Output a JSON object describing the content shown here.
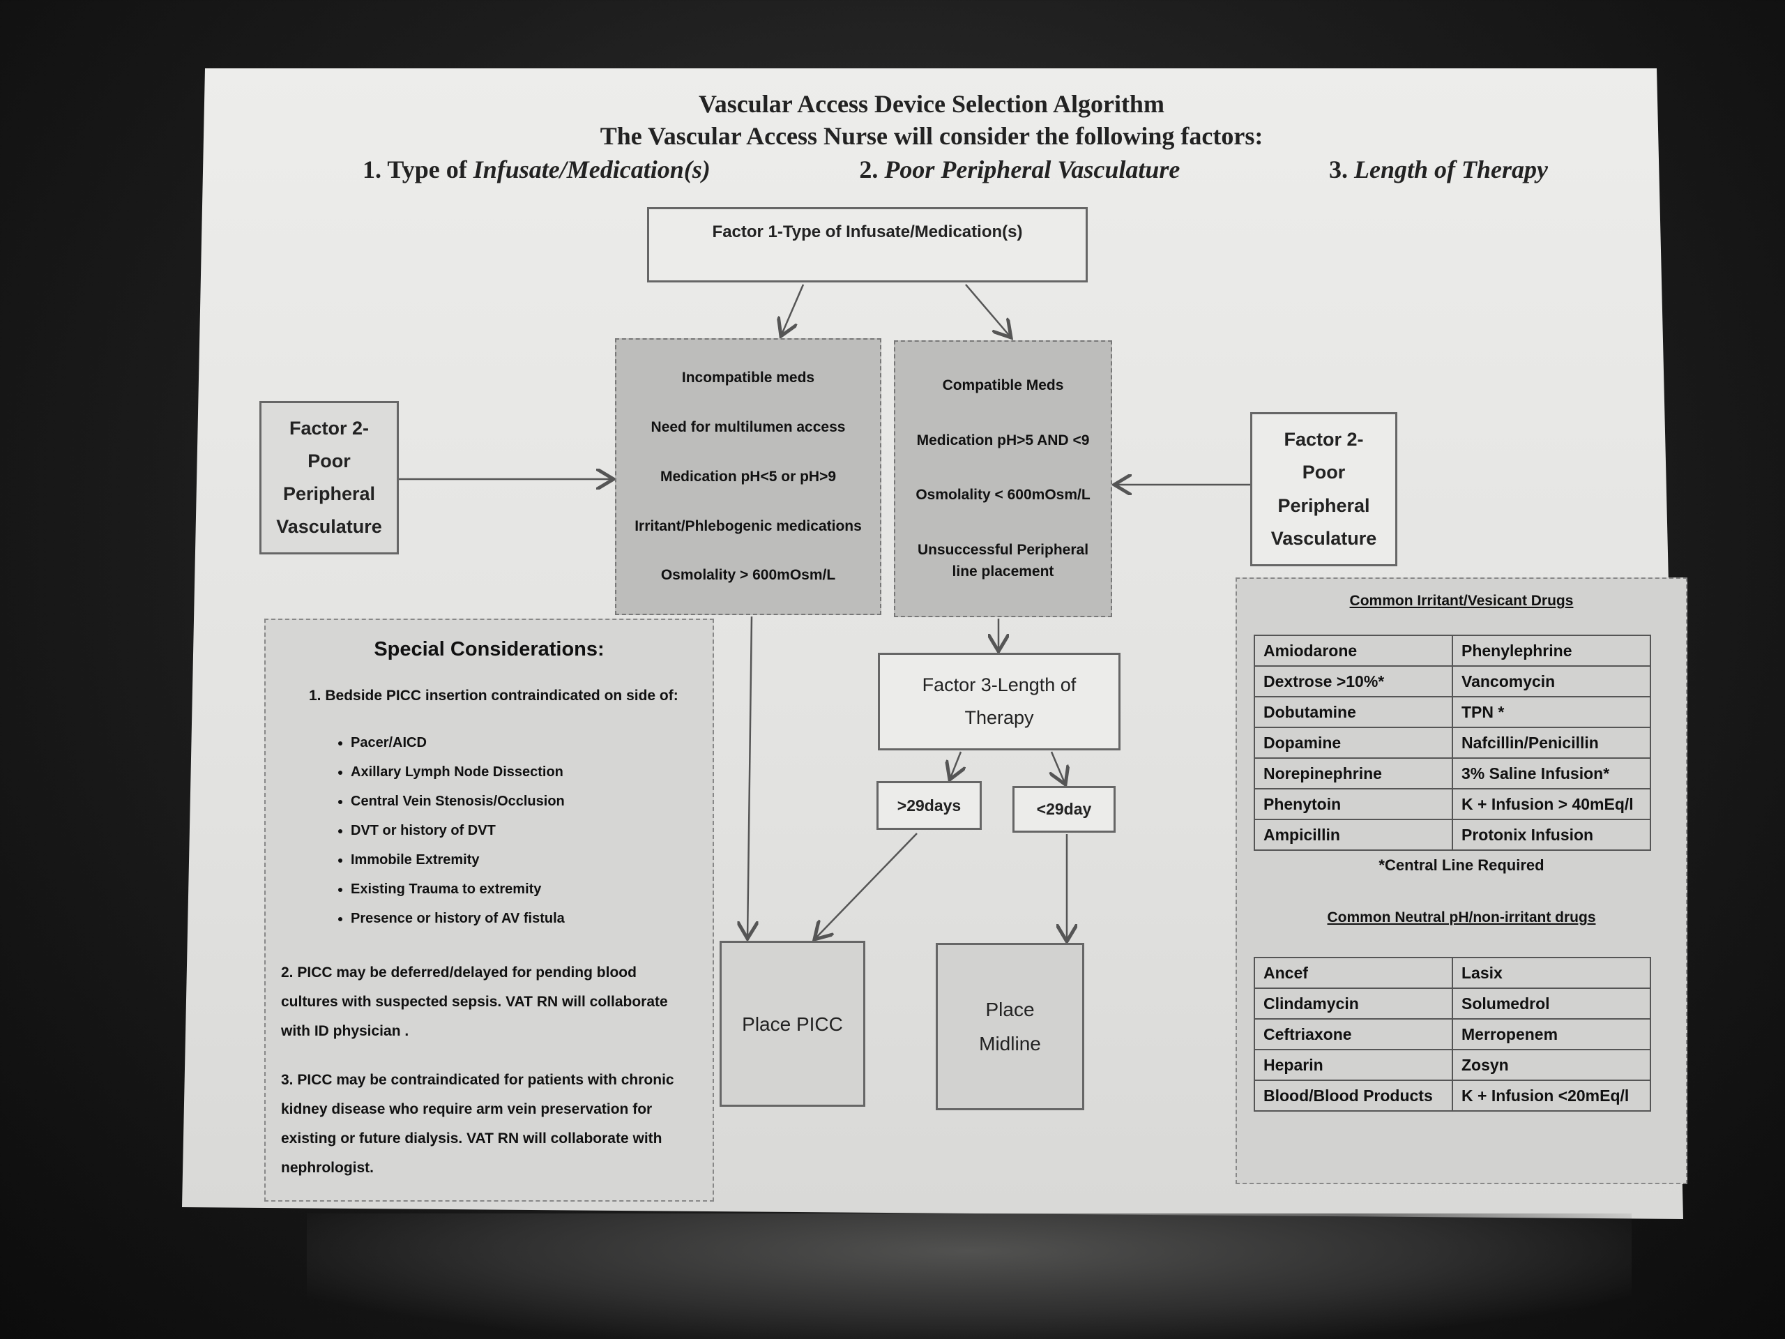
{
  "header": {
    "title": "Vascular Access Device Selection Algorithm",
    "subtitle": "The Vascular Access Nurse will consider the following factors:",
    "factors": [
      {
        "num": "1. Type of",
        "rest": "Infusate/Medication(s)"
      },
      {
        "num": "2.",
        "rest": "Poor Peripheral Vasculature"
      },
      {
        "num": "3.",
        "rest": "Length of Therapy"
      }
    ]
  },
  "flow": {
    "factor1": "Factor 1-Type of Infusate/Medication(s)",
    "incompatible": [
      "Incompatible meds",
      "Need for multilumen access",
      "Medication pH<5 or pH>9",
      "Irritant/Phlebogenic medications",
      "Osmolality > 600mOsm/L"
    ],
    "compatible": [
      "Compatible Meds",
      "Medication pH>5 AND <9",
      "Osmolality < 600mOsm/L",
      "Unsuccessful Peripheral line placement"
    ],
    "factor2_left": [
      "Factor 2-",
      "Poor",
      "Peripheral",
      "Vasculature"
    ],
    "factor2_right": [
      "Factor 2-",
      "Poor",
      "Peripheral",
      "Vasculature"
    ],
    "factor3": [
      "Factor 3-Length of",
      "Therapy"
    ],
    "over29": ">29days",
    "under29": "<29day",
    "place_picc": "Place PICC",
    "place_midline": [
      "Place",
      "Midline"
    ]
  },
  "special": {
    "heading": "Special Considerations:",
    "item1": "1. Bedside PICC insertion contraindicated on side of:",
    "bullets": [
      "Pacer/AICD",
      "Axillary Lymph Node Dissection",
      "Central Vein Stenosis/Occlusion",
      "DVT or history of DVT",
      "Immobile Extremity",
      "Existing Trauma to extremity",
      "Presence or history of AV fistula"
    ],
    "item2": "2. PICC may be deferred/delayed for pending blood cultures with suspected sepsis. VAT RN will collaborate with ID physician .",
    "item3": "3. PICC may be contraindicated for patients with chronic kidney disease who require arm vein preservation for existing or future dialysis. VAT RN will collaborate with nephrologist."
  },
  "drugs": {
    "irritant_heading": "Common Irritant/Vesicant Drugs",
    "irritant_rows": [
      [
        "Amiodarone",
        "Phenylephrine"
      ],
      [
        "Dextrose >10%*",
        "Vancomycin"
      ],
      [
        "Dobutamine",
        "TPN *"
      ],
      [
        "Dopamine",
        "Nafcillin/Penicillin"
      ],
      [
        "Norepinephrine",
        "3% Saline Infusion*"
      ],
      [
        "Phenytoin",
        "K + Infusion > 40mEq/l"
      ],
      [
        "Ampicillin",
        "Protonix Infusion"
      ]
    ],
    "note": "*Central Line Required",
    "neutral_heading": "Common Neutral pH/non-irritant drugs",
    "neutral_rows": [
      [
        "Ancef",
        "Lasix"
      ],
      [
        "Clindamycin",
        "Solumedrol"
      ],
      [
        "Ceftriaxone",
        "Merropenem"
      ],
      [
        "Heparin",
        "Zosyn"
      ],
      [
        "Blood/Blood Products",
        "K + Infusion <20mEq/l"
      ]
    ]
  }
}
